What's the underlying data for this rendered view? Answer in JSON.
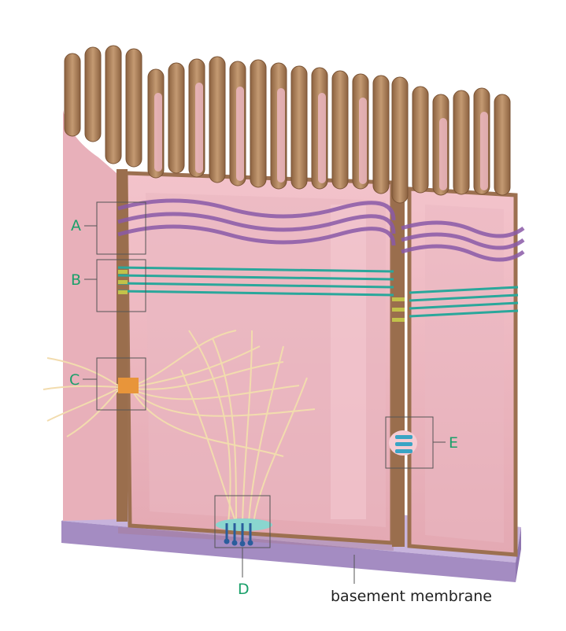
{
  "labels": {
    "a": "A",
    "b": "B",
    "c": "C",
    "d": "D",
    "e": "E",
    "basement": "basement membrane"
  },
  "colors": {
    "label_green": "#1aa06a",
    "cytoplasm": "#efb7c0",
    "membrane": "#a07350",
    "basement_membrane": "#b39ccf",
    "tight_junction": "#8a5aa8",
    "adherens": "#2aa79b",
    "intermediate_filaments": "#f2dcae",
    "hemidesmosome": "#3aa4c4"
  }
}
